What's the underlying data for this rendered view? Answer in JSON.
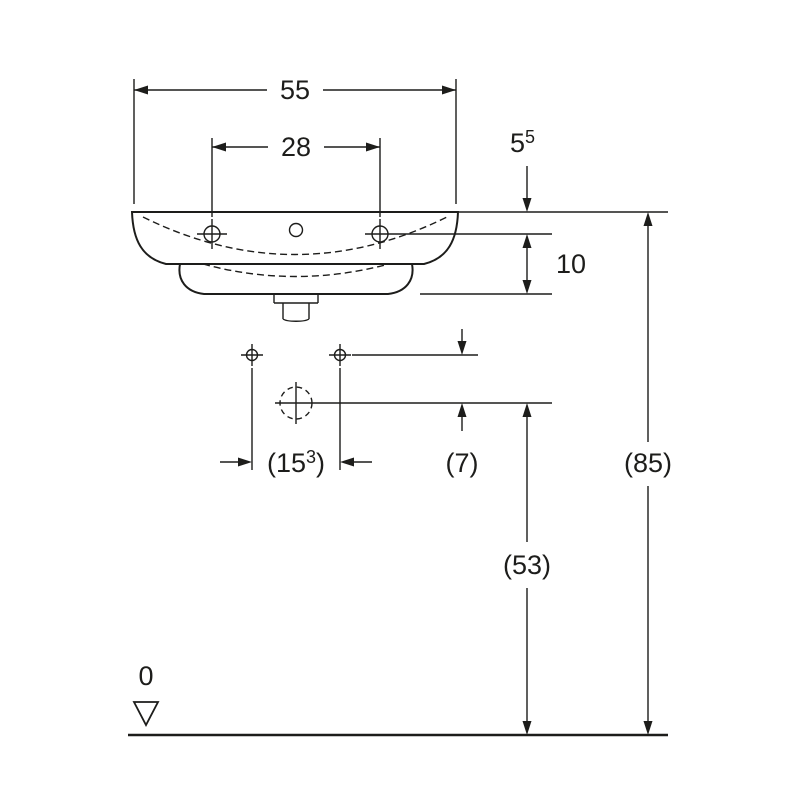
{
  "dims": {
    "width": "55",
    "tap_spacing": "28",
    "rim_to_tap_main": "5",
    "rim_to_tap_sup": "5",
    "depth": "10",
    "fix_open": "(15",
    "fix_sup": "3",
    "fix_close": ")",
    "fix_to_drain": "(7)",
    "drain_height": "(53)",
    "overall_height": "(85)",
    "datum": "0"
  },
  "colors": {
    "line": "#1d1d1b",
    "background": "#ffffff"
  }
}
